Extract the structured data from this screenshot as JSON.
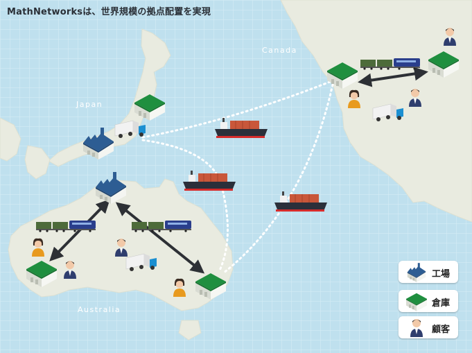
{
  "title": "MathNetworksは、世界規模の拠点配置を実現",
  "places": {
    "canada": "Canada",
    "japan": "Japan",
    "australia": "Australia"
  },
  "legend": {
    "factory": "工場",
    "warehouse": "倉庫",
    "customer": "顧客"
  },
  "icons": [
    "factory-icon",
    "warehouse-icon",
    "customer-icon",
    "truck-icon",
    "train-icon",
    "cargo-ship-icon",
    "route-arrow",
    "shipping-route"
  ],
  "colors": {
    "sea": "#bfe0ee",
    "land": "#e9ebe0",
    "warehouse_roof": "#1f8f3f",
    "factory_roof": "#2d5d93",
    "route": "#ffffff",
    "arrow": "#2d3035"
  }
}
